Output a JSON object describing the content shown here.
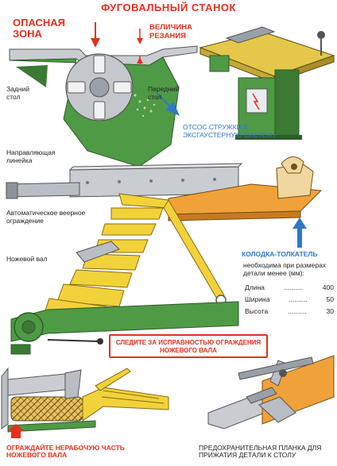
{
  "title": "ФУГОВАЛЬНЫЙ СТАНОК",
  "labels": {
    "danger_zone": "ОПАСНАЯ ЗОНА",
    "cut_depth": "ВЕЛИЧИНА РЕЗАНИЯ",
    "rear_table": "Задний стол",
    "front_table": "Передний стол",
    "chip_suction": "ОТСОС СТРУЖКИ В ЭКСГАУСТЕРНУЮ СИСТЕМУ",
    "guide_ruler": "Направляющая линейка",
    "fan_guard": "Автоматическое веерное ограждение",
    "knife_shaft": "Ножевой вал",
    "pusher_title": "КОЛОДКА-ТОЛКАТЕЛЬ",
    "pusher_desc": "необходима при размерах детали менее (мм):",
    "warning_guard": "СЛЕДИТЕ ЗА ИСПРАВНОСТЬЮ ОГРАЖДЕНИЯ НОЖЕВОГО ВАЛА",
    "guard_idle": "ОГРАЖДАЙТЕ НЕРАБОЧУЮ ЧАСТЬ НОЖЕВОГО ВАЛА",
    "safety_bar": "ПРЕДОХРАНИТЕЛЬНАЯ ПЛАНКА ДЛЯ ПРИЖАТИЯ ДЕТАЛИ К СТОЛУ"
  },
  "dimensions": [
    {
      "name": "Длина",
      "dots": "..........",
      "value": "400"
    },
    {
      "name": "Ширина",
      "dots": "..........",
      "value": "50"
    },
    {
      "name": "Высота",
      "dots": "..........",
      "value": "30"
    }
  ],
  "colors": {
    "accent_red": "#e6301e",
    "accent_blue": "#2d78c8",
    "machine_green": "#4f9a45",
    "wood_yellow": "#f2d23a",
    "wood_orange": "#f0a13a",
    "steel_gray": "#b9bec4"
  }
}
